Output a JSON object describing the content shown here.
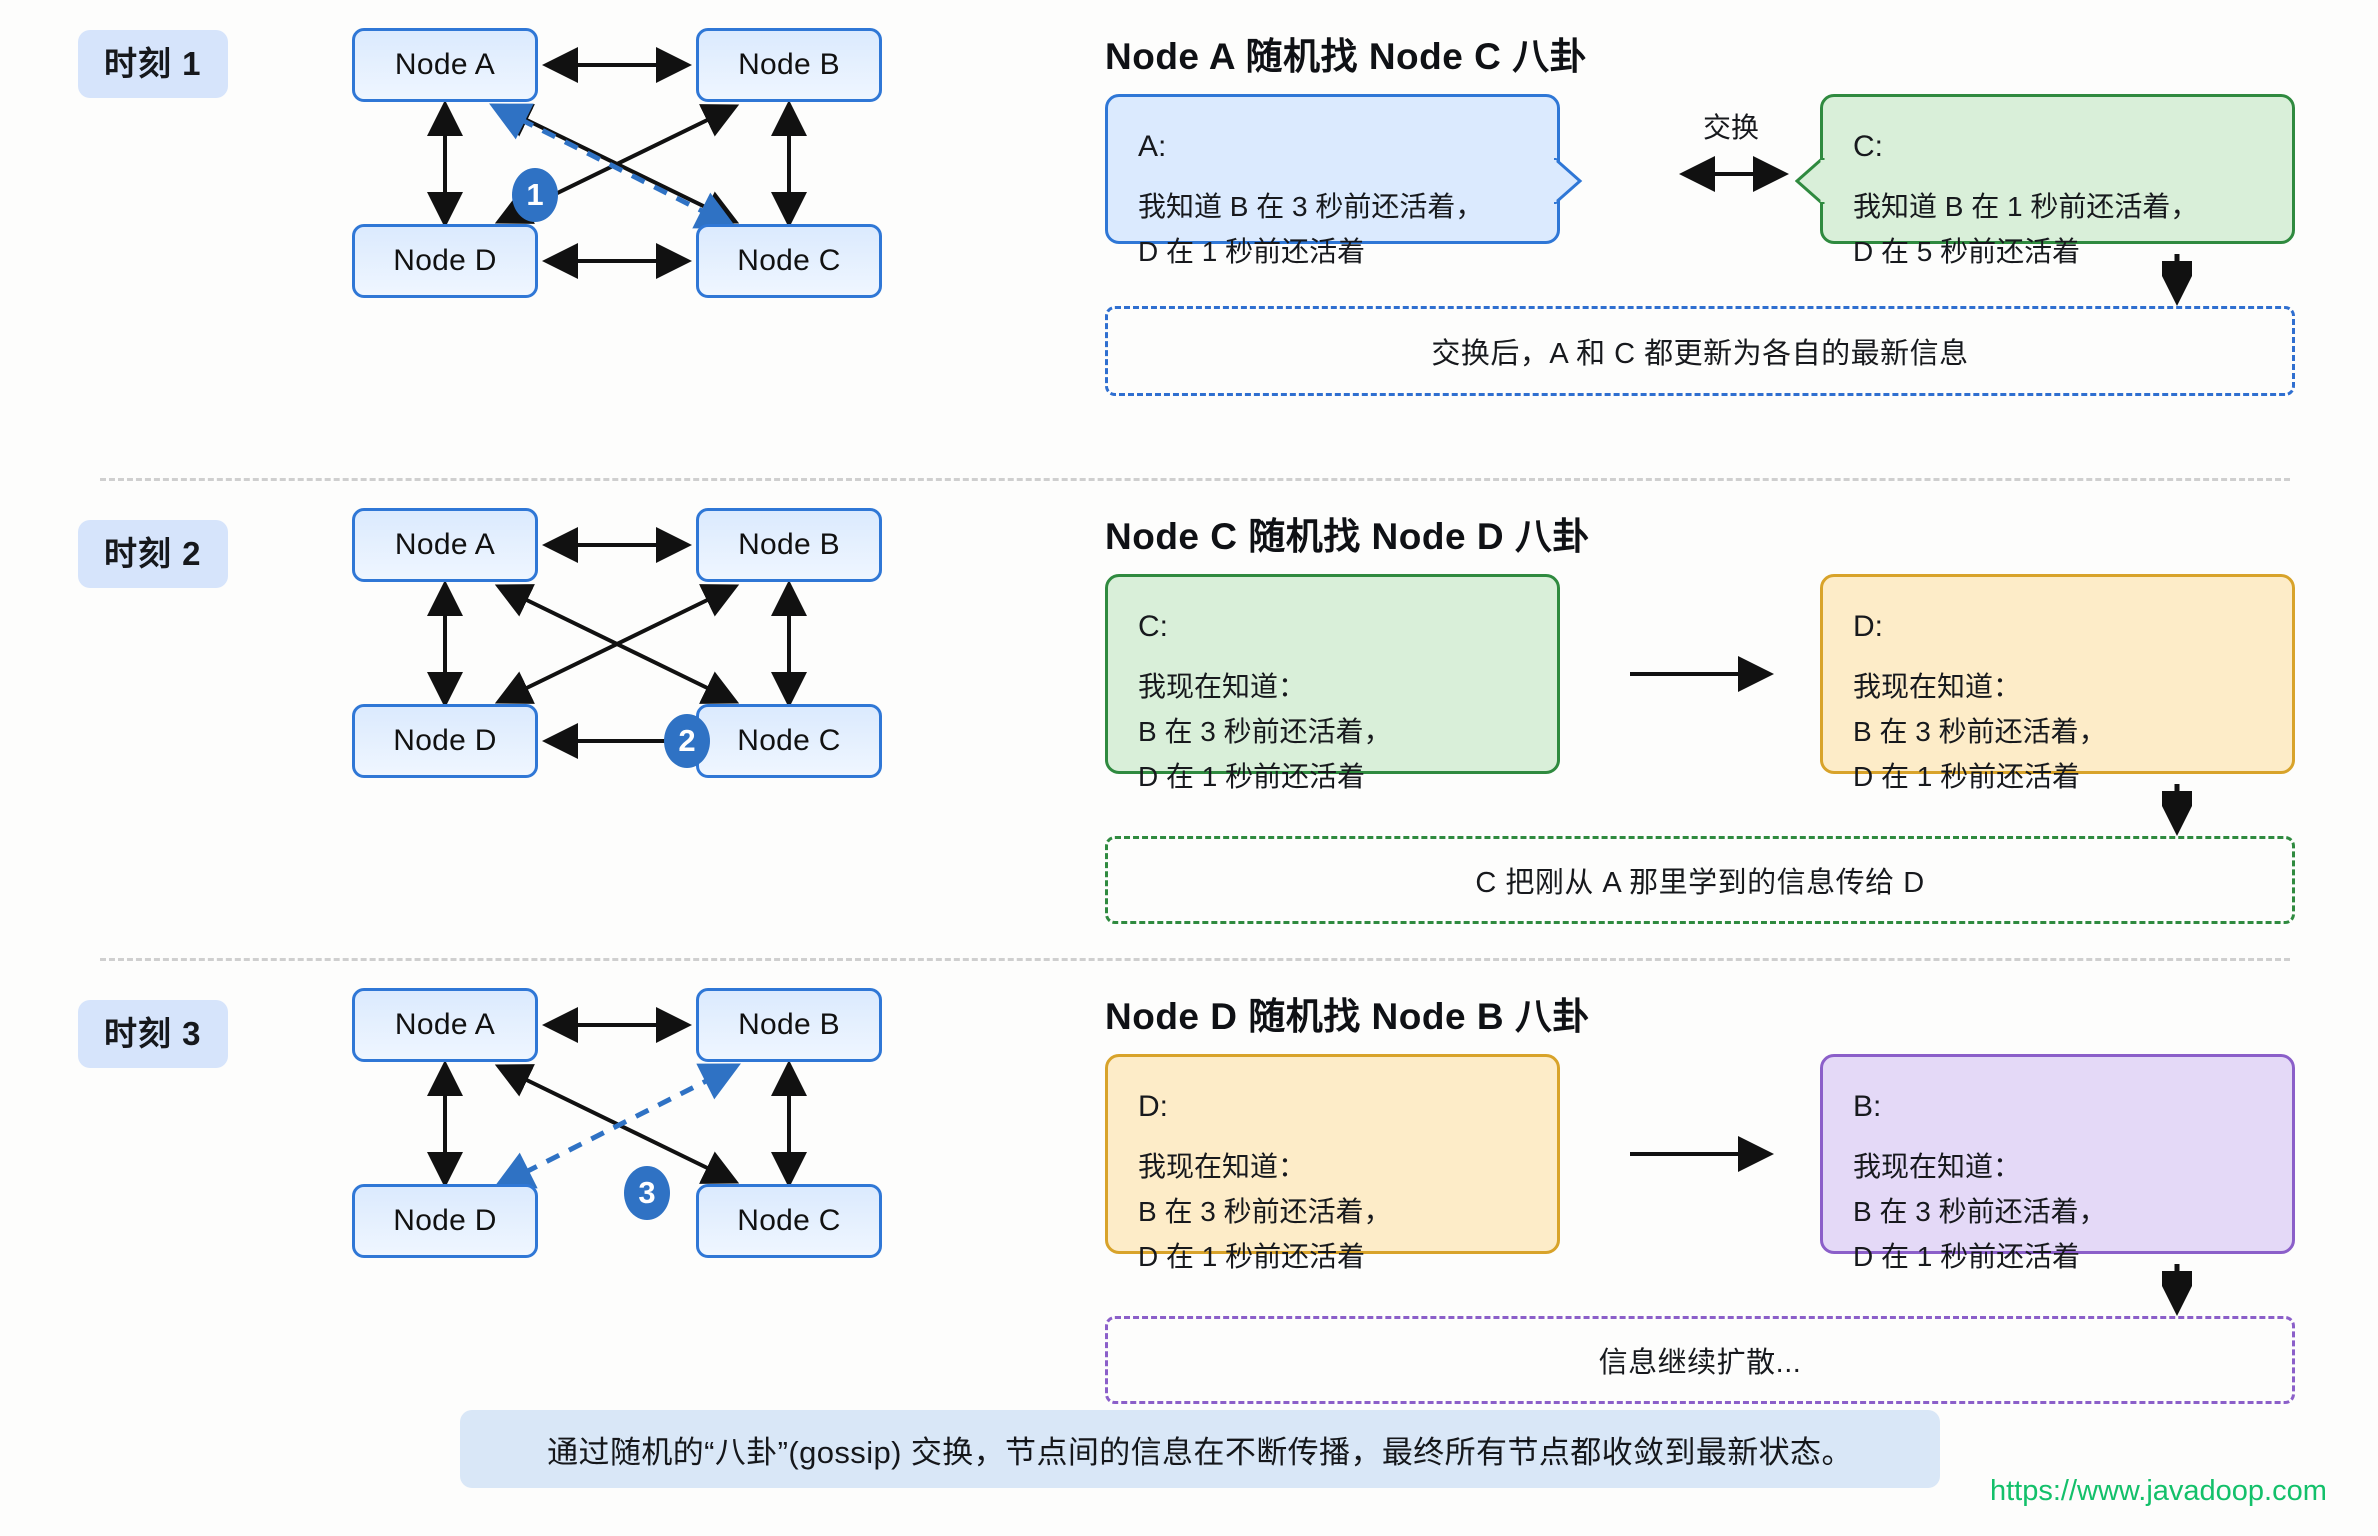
{
  "sections": [
    {
      "time_label": "时刻 1",
      "step_number": "1",
      "nodes": {
        "a": "Node A",
        "b": "Node B",
        "c": "Node C",
        "d": "Node D"
      },
      "title": "Node A 随机找 Node C 八卦",
      "exchange_label": "交换",
      "left_box": {
        "who": "A:",
        "lines": [
          "我知道 B 在 3 秒前还活着，",
          "D 在 1 秒前还活着"
        ],
        "color": "#dbeafe",
        "border": "#2f77d6"
      },
      "right_box": {
        "who": "C:",
        "lines": [
          "我知道 B 在 1 秒前还活着，",
          "D 在 5 秒前还活着"
        ],
        "color": "#d9efd9",
        "border": "#2f8a3f"
      },
      "note": "交换后，A 和 C 都更新为各自的最新信息",
      "note_color": "#2f6fd0"
    },
    {
      "time_label": "时刻 2",
      "step_number": "2",
      "nodes": {
        "a": "Node A",
        "b": "Node B",
        "c": "Node C",
        "d": "Node D"
      },
      "title": "Node C 随机找 Node D 八卦",
      "exchange_label": "",
      "left_box": {
        "who": "C:",
        "lines": [
          "我现在知道：",
          "B 在 3 秒前还活着，",
          "D 在 1 秒前还活着"
        ],
        "color": "#d9efd9",
        "border": "#2f8a3f"
      },
      "right_box": {
        "who": "D:",
        "lines": [
          "我现在知道：",
          "B 在 3 秒前还活着，",
          "D 在 1 秒前还活着"
        ],
        "color": "#fdecc8",
        "border": "#d8a32a"
      },
      "note": "C 把刚从 A 那里学到的信息传给 D",
      "note_color": "#2f8a3f"
    },
    {
      "time_label": "时刻 3",
      "step_number": "3",
      "nodes": {
        "a": "Node A",
        "b": "Node B",
        "c": "Node C",
        "d": "Node D"
      },
      "title": "Node D 随机找 Node B 八卦",
      "exchange_label": "",
      "left_box": {
        "who": "D:",
        "lines": [
          "我现在知道：",
          "B 在 3 秒前还活着，",
          "D 在 1 秒前还活着"
        ],
        "color": "#fdecc8",
        "border": "#d8a32a"
      },
      "right_box": {
        "who": "B:",
        "lines": [
          "我现在知道：",
          "B 在 3 秒前还活着，",
          "D 在 1 秒前还活着"
        ],
        "color": "#e4d9f7",
        "border": "#8b5fc9"
      },
      "note": "信息继续扩散...",
      "note_color": "#8b5fc9"
    }
  ],
  "footer": {
    "summary": "通过随机的“八卦”(gossip) 交换，节点间的信息在不断传播，最终所有节点都收敛到最新状态。",
    "url": "https://www.javadoop.com"
  },
  "colors": {
    "accent_blue": "#2f77d6",
    "badge_blue": "#2f72c4",
    "time_badge_bg": "#d6e4fb",
    "footer_bg": "#d9e7f7",
    "url_green": "#13c06a",
    "divider": "#cfcfcf"
  }
}
